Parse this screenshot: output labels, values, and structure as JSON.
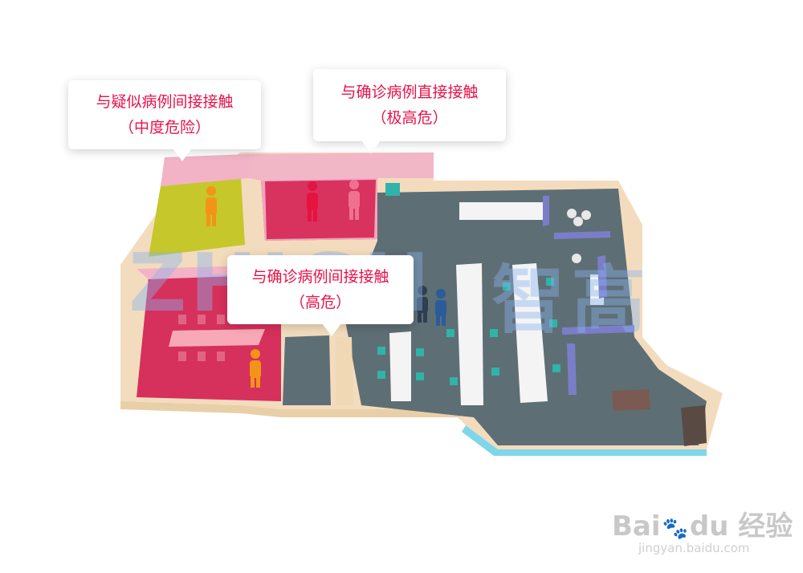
{
  "callouts": {
    "medium_risk": {
      "line1": "与疑似病例间接接触",
      "line2": "（中度危险）"
    },
    "extreme_risk": {
      "line1": "与确诊病例直接接触",
      "line2": "（极高危）"
    },
    "high_risk": {
      "line1": "与确诊病例间接接触",
      "line2": "（高危）"
    }
  },
  "watermark": {
    "latin": "ZHIGH",
    "cjk": "智高"
  },
  "baidu": {
    "logo_left": "Bai",
    "logo_right": "du",
    "logo_cn": "经验",
    "url": "jingyan.baidu.com"
  },
  "colors": {
    "medium_risk_zone": "#c6c72b",
    "high_risk_zone": "#d6305c",
    "extreme_risk_zone": "#d8325f",
    "floor": "#5e6e75",
    "wall": "#f0d8b5",
    "partition": "#7a7ec8",
    "person_confirmed": "#e5143e",
    "person_contact_direct": "#f07090",
    "person_indirect": "#f29418",
    "person_office": "#2f3f52",
    "text_accent": "#e8124a"
  },
  "icons": [
    "person-icon",
    "desk-icon",
    "chair-icon",
    "meeting-table-icon"
  ]
}
